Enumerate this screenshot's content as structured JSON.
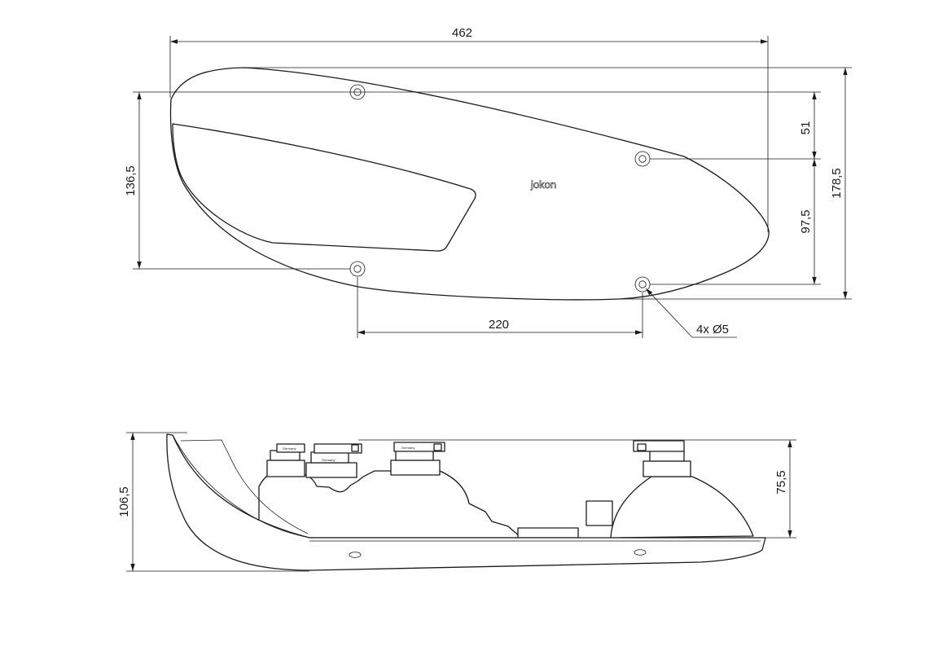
{
  "top_view": {
    "logo_text": "jokon",
    "dims": {
      "overall_width": "462",
      "hole_spacing_left_vertical": "136,5",
      "overall_height": "178,5",
      "upper_offset": "51",
      "lower_offset": "97,5",
      "hole_spacing_horizontal": "220",
      "holes_callout": "4x Ø5"
    }
  },
  "side_view": {
    "dims": {
      "overall_depth": "106,5",
      "housing_depth": "75,5"
    },
    "connector_text": "Germany"
  }
}
